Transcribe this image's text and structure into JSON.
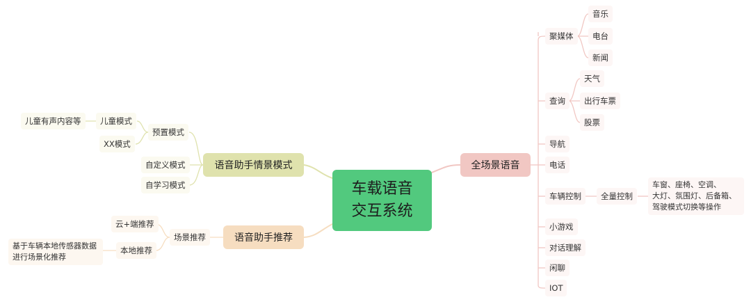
{
  "diagram": {
    "root": "车载语音\n交互系统",
    "branches": {
      "scene_mode": {
        "label": "语音助手情景模式",
        "preset": "预置模式",
        "child_mode": "儿童模式",
        "child_content": "儿童有声内容等",
        "xx_mode": "XX模式",
        "custom_mode": "自定义模式",
        "self_learning_mode": "自学习模式"
      },
      "recommend": {
        "label": "语音助手推荐",
        "scene_recommend": "场景推荐",
        "cloud_edge": "云+端推荐",
        "local": "本地推荐",
        "local_detail": "基于车辆本地传感器数据\n进行场景化推荐"
      },
      "full_scene": {
        "label": "全场景语音",
        "media": "聚媒体",
        "music": "音乐",
        "radio": "电台",
        "news": "新闻",
        "query": "查询",
        "weather": "天气",
        "ticket": "出行车票",
        "stock": "股票",
        "navigation": "导航",
        "phone": "电话",
        "vehicle_control": "车辆控制",
        "full_control": "全量控制",
        "control_detail": "车窗、座椅、空调、\n大灯、氛围灯、后备箱、\n驾驶模式切换等操作",
        "mini_game": "小游戏",
        "dialogue": "对话理解",
        "chat": "闲聊",
        "iot": "IOT"
      }
    }
  }
}
